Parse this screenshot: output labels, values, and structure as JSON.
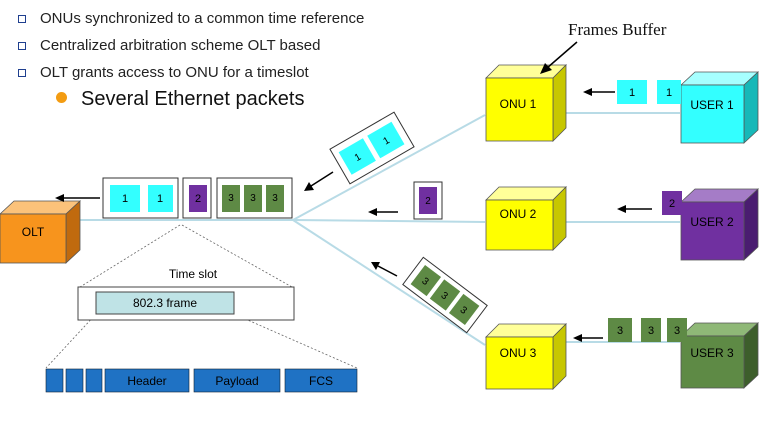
{
  "bullets": [
    "ONUs synchronized to a common time reference",
    "Centralized arbitration scheme OLT based",
    "OLT grants access to ONU for a timeslot"
  ],
  "sub_bullet": "Several Ethernet packets",
  "frames_buffer_label": "Frames Buffer",
  "olt_label": "OLT",
  "onus": [
    "ONU 1",
    "ONU 2",
    "ONU 3"
  ],
  "users": [
    "USER 1",
    "USER  2",
    "USER 3"
  ],
  "packet_labels": {
    "p1": "1",
    "p2": "2",
    "p3": "3"
  },
  "timeslot_label": "Time slot",
  "frame_label": "802.3 frame",
  "frame_fields": [
    "Header",
    "Payload",
    "FCS"
  ],
  "colors": {
    "olt": "#f7941d",
    "onu": "#ffff00",
    "user1": "#33ffff",
    "user2": "#7030a0",
    "user3": "#5e8a45",
    "fiber": "#b8dbe6",
    "frame_bg": "#bfe3e6",
    "fields": "#1f72c4"
  }
}
